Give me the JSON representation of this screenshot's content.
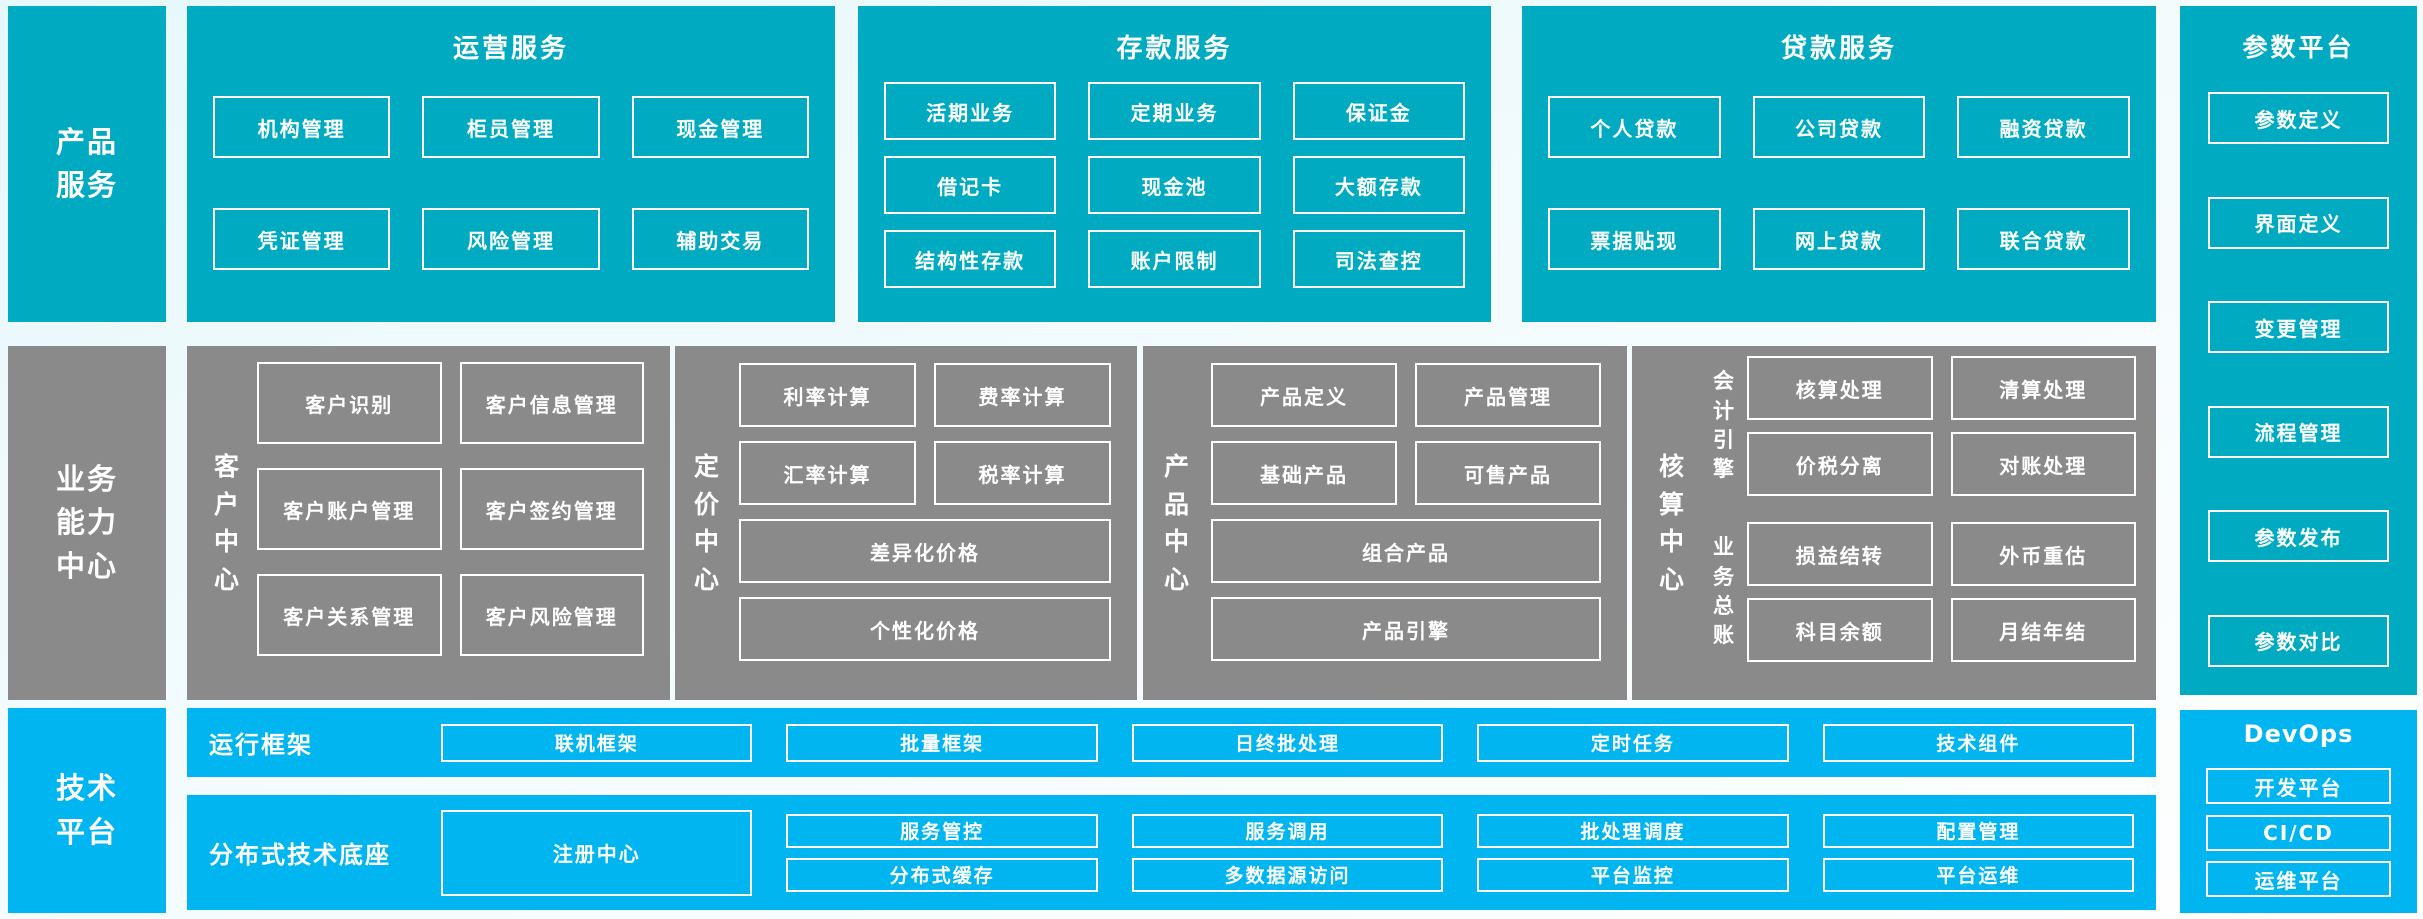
{
  "palette": {
    "teal": "#00ABC2",
    "blue": "#00B5F0",
    "gray": "#8A8A8A",
    "bg_light": "#E6F8FB",
    "box_border": "#FFFFFF",
    "text": "#FFFFFF"
  },
  "sidebar": {
    "product_services": "产品服务",
    "business_capability": "业务能力中心",
    "tech_platform": "技术平台"
  },
  "top_sections": [
    {
      "title": "运营服务",
      "items": [
        "机构管理",
        "柜员管理",
        "现金管理",
        "凭证管理",
        "风险管理",
        "辅助交易"
      ]
    },
    {
      "title": "存款服务",
      "items": [
        "活期业务",
        "定期业务",
        "保证金",
        "借记卡",
        "现金池",
        "大额存款",
        "结构性存款",
        "账户限制",
        "司法查控"
      ]
    },
    {
      "title": "贷款服务",
      "items": [
        "个人贷款",
        "公司贷款",
        "融资贷款",
        "票据贴现",
        "网上贷款",
        "联合贷款"
      ]
    }
  ],
  "param_platform": {
    "title": "参数平台",
    "items": [
      "参数定义",
      "界面定义",
      "变更管理",
      "流程管理",
      "参数发布",
      "参数对比"
    ]
  },
  "capability_sections": {
    "customer": {
      "label": "客户中心",
      "items": [
        "客户识别",
        "客户信息管理",
        "客户账户管理",
        "客户签约管理",
        "客户关系管理",
        "客户风险管理"
      ]
    },
    "pricing": {
      "label": "定价中心",
      "grid": [
        "利率计算",
        "费率计算",
        "汇率计算",
        "税率计算"
      ],
      "wide": [
        "差异化价格",
        "个性化价格"
      ]
    },
    "product": {
      "label": "产品中心",
      "grid": [
        "产品定义",
        "产品管理",
        "基础产品",
        "可售产品"
      ],
      "wide": [
        "组合产品",
        "产品引擎"
      ]
    },
    "accounting": {
      "label": "核算中心",
      "groups": [
        {
          "label": "会计引擎",
          "items": [
            "核算处理",
            "清算处理",
            "价税分离",
            "对账处理"
          ]
        },
        {
          "label": "业务总账",
          "items": [
            "损益结转",
            "外币重估",
            "科目余额",
            "月结年结"
          ]
        }
      ]
    }
  },
  "tech_rows": {
    "runtime": {
      "label": "运行框架",
      "items": [
        "联机框架",
        "批量框架",
        "日终批处理",
        "定时任务",
        "技术组件"
      ]
    },
    "distributed": {
      "label": "分布式技术底座",
      "registry": "注册中心",
      "columns": [
        [
          "服务管控",
          "分布式缓存"
        ],
        [
          "服务调用",
          "多数据源访问"
        ],
        [
          "批处理调度",
          "平台监控"
        ],
        [
          "配置管理",
          "平台运维"
        ]
      ]
    }
  },
  "devops": {
    "title": "DevOps",
    "items": [
      "开发平台",
      "CI/CD",
      "运维平台"
    ]
  }
}
